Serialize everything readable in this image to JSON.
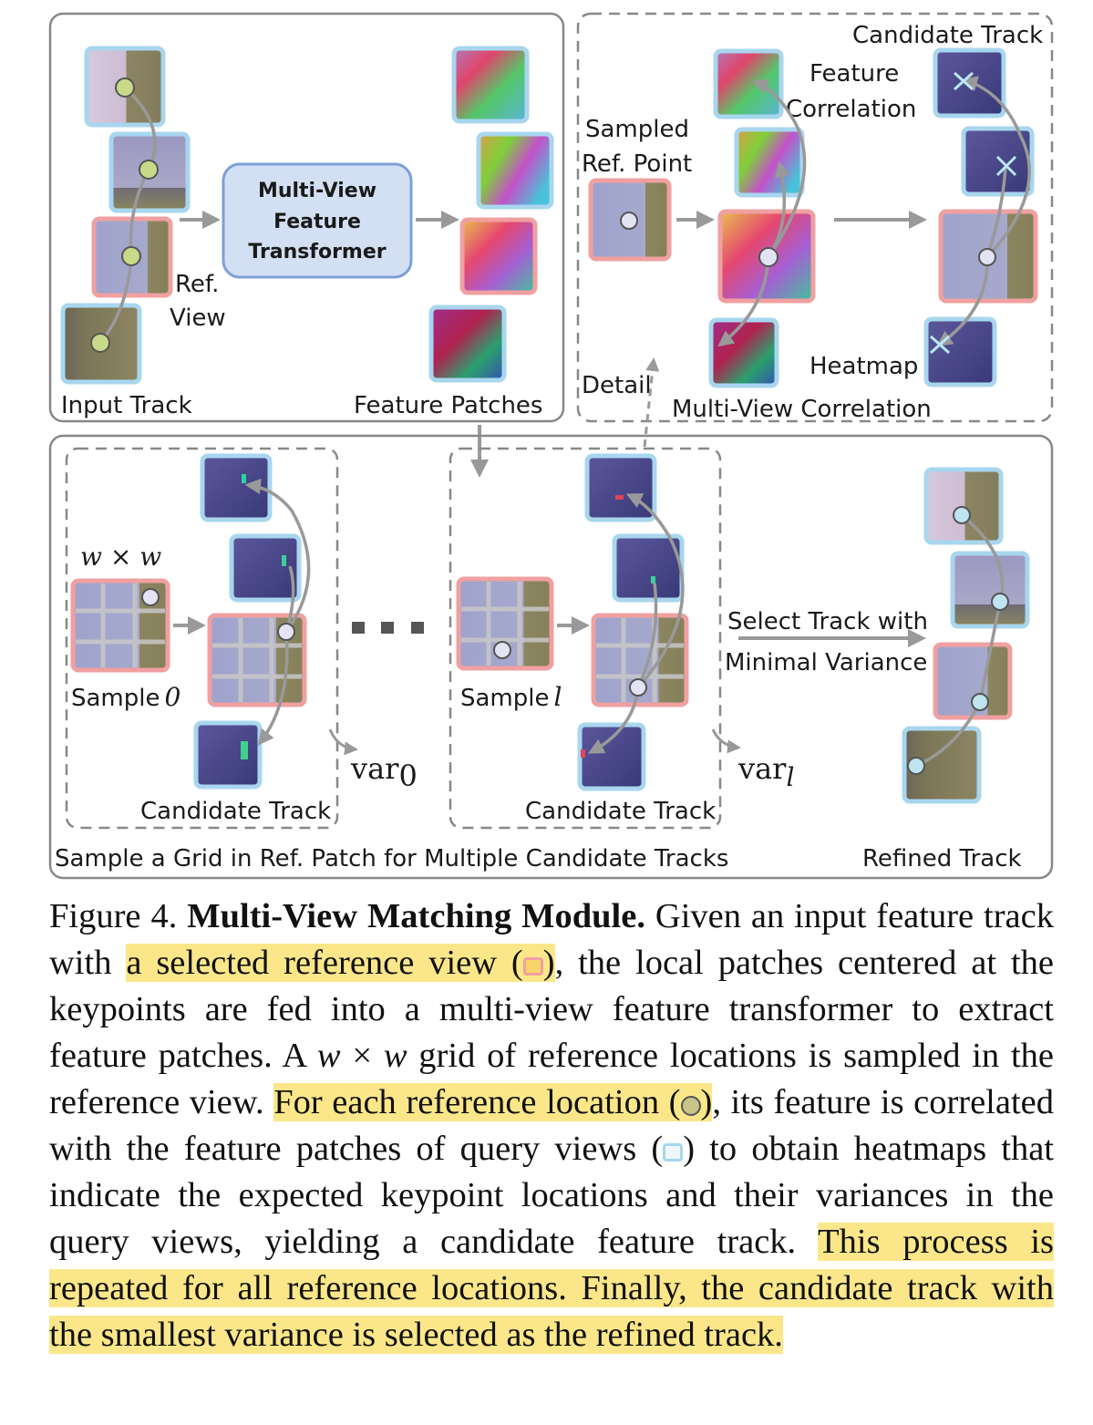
{
  "panels": {
    "input_track_label": "Input Track",
    "ref_view_label_line1": "Ref.",
    "ref_view_label_line2": "View",
    "transformer_line1": "Multi-View",
    "transformer_line2": "Feature",
    "transformer_line3": "Transformer",
    "feature_patches_label": "Feature Patches",
    "candidate_track_top": "Candidate Track",
    "feature_correlation_line1": "Feature",
    "feature_correlation_line2": "Correlation",
    "sampled_ref_line1": "Sampled",
    "sampled_ref_line2": "Ref. Point",
    "heatmap_label": "Heatmap",
    "detail_label": "Detail",
    "multiview_correlation_label": "Multi-View Correlation",
    "grid_size_label": "w × w",
    "sample0_label": "Sample",
    "sample0_index": "0",
    "samplel_label": "Sample",
    "samplel_index": "l",
    "candidate_track_a": "Candidate Track",
    "candidate_track_b": "Candidate Track",
    "var0_label": "var",
    "var0_sub": "0",
    "varl_label": "var",
    "varl_sub": "l",
    "select_line1": "Select Track with",
    "select_line2": "Minimal Variance",
    "bottom_label": "Sample a Grid in Ref. Patch for Multiple Candidate Tracks",
    "refined_track_label": "Refined Track"
  },
  "caption": {
    "figure_number": "Figure 4.",
    "title": "Multi-View Matching Module.",
    "t1": " Given an input feature track with ",
    "h1": "a selected reference view (",
    "h1_end": ")",
    "t2": ", the local patches centered at the keypoints are fed into a multi-view feature transformer to extract feature patches.  A ",
    "math_w1": "w",
    "math_times": " × ",
    "math_w2": "w",
    "t3": " grid of reference locations is sampled in the reference view. ",
    "h2": "For each reference location (",
    "h2_end": ")",
    "t4": ", its feature is correlated with the feature patches of query views (",
    "t4_end": ")",
    "t5": " to obtain heatmaps that indicate the expected keypoint locations and their variances in the query views, yielding a candidate feature track. ",
    "h3": "This process is repeated for all reference locations. Finally, the candidate track with the smallest variance is selected as the refined track."
  },
  "colors": {
    "query_border": "#a8d6ee",
    "ref_border": "#f0a0a0",
    "transformer_fill": "#d3e0f4",
    "transformer_border": "#7e9fd6",
    "arrow": "#999999",
    "highlight": "#fbe78a",
    "keypoint_green": "#c9d98a",
    "keypoint_light": "#e4e3f4",
    "keypoint_blue": "#bfe4f0"
  }
}
